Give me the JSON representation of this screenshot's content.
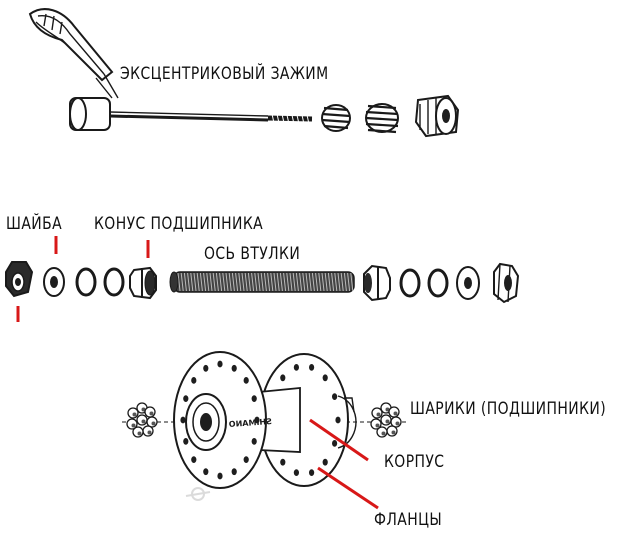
{
  "labels": {
    "quick_release": "ЭКСЦЕНТРИКОВЫЙ ЗАЖИМ",
    "washer": "ШАЙБА",
    "bearing_cone": "КОНУС ПОДШИПНИКА",
    "hub_axle": "ОСЬ ВТУЛКИ",
    "balls": "ШАРИКИ (ПОДШИПНИКИ)",
    "body": "КОРПУС",
    "flanges": "ФЛАНЦЫ"
  },
  "hub_brand_text": "SHIMANO",
  "colors": {
    "line": "#1a1a1a",
    "leader": "#d81818",
    "background": "#ffffff"
  }
}
